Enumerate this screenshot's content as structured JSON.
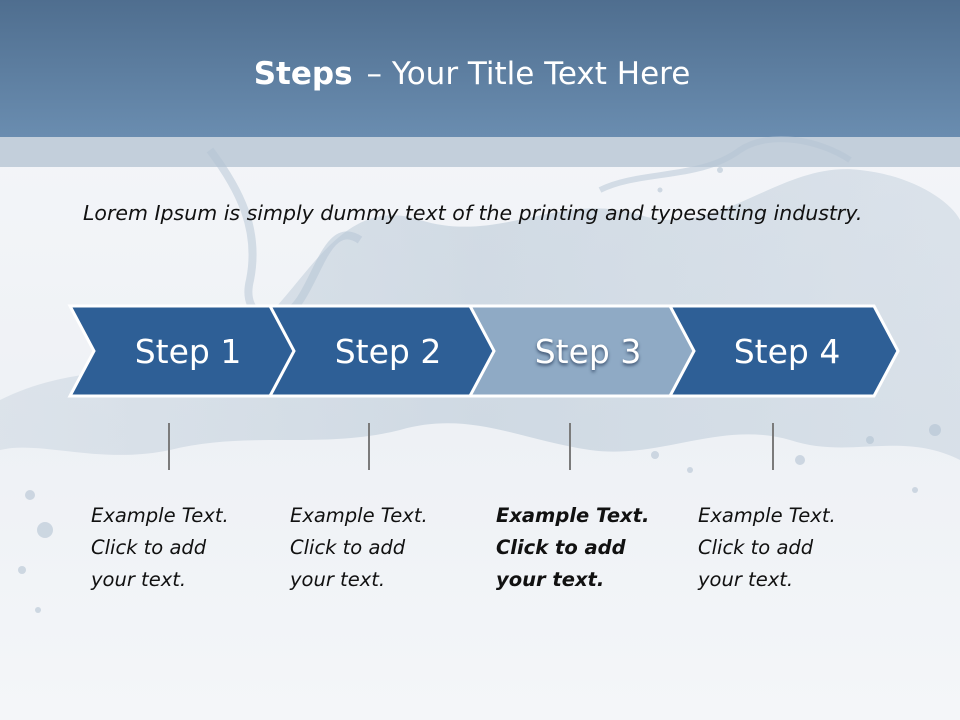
{
  "slide": {
    "title_bold": "Steps",
    "title_rest": "– Your Title Text Here",
    "intro": "Lorem Ipsum is simply dummy text of the printing and typesetting industry."
  },
  "steps": [
    {
      "label": "Step 1",
      "lines": [
        "Example Text.",
        "Click  to add",
        "your text."
      ],
      "active": false
    },
    {
      "label": "Step 2",
      "lines": [
        "Example Text.",
        "Click  to add",
        "your text."
      ],
      "active": false
    },
    {
      "label": "Step 3",
      "lines": [
        "Example Text.",
        "Click  to add",
        "your text."
      ],
      "active": true
    },
    {
      "label": "Step 4",
      "lines": [
        "Example Text.",
        "Click  to add",
        "your text."
      ],
      "active": false
    }
  ],
  "colors": {
    "header": "#5f81a4",
    "chevron": "#2e5f96",
    "chevron_active": "#8faac5"
  }
}
